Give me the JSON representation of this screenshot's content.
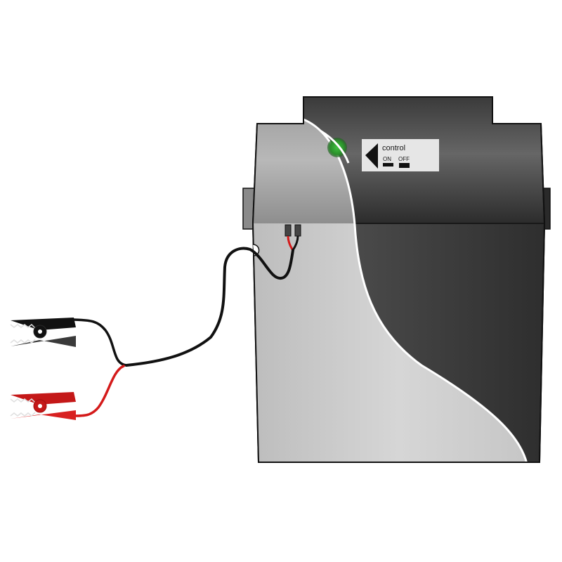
{
  "illustration": {
    "subject": "energizer device with battery connection clamps",
    "control_panel": {
      "title": "control",
      "on_label": "ON",
      "off_label": "OFF"
    },
    "indicator_led": {
      "color": "#2e9e2e",
      "state": "on"
    },
    "clamps": [
      {
        "name": "negative-clamp",
        "color": "#1a1a1a"
      },
      {
        "name": "positive-clamp",
        "color": "#d41a1a"
      }
    ],
    "colors": {
      "body_light": "#c9c9c9",
      "body_dark": "#3a3a3a",
      "cable_black": "#111111",
      "cable_red": "#d41a1a"
    }
  }
}
